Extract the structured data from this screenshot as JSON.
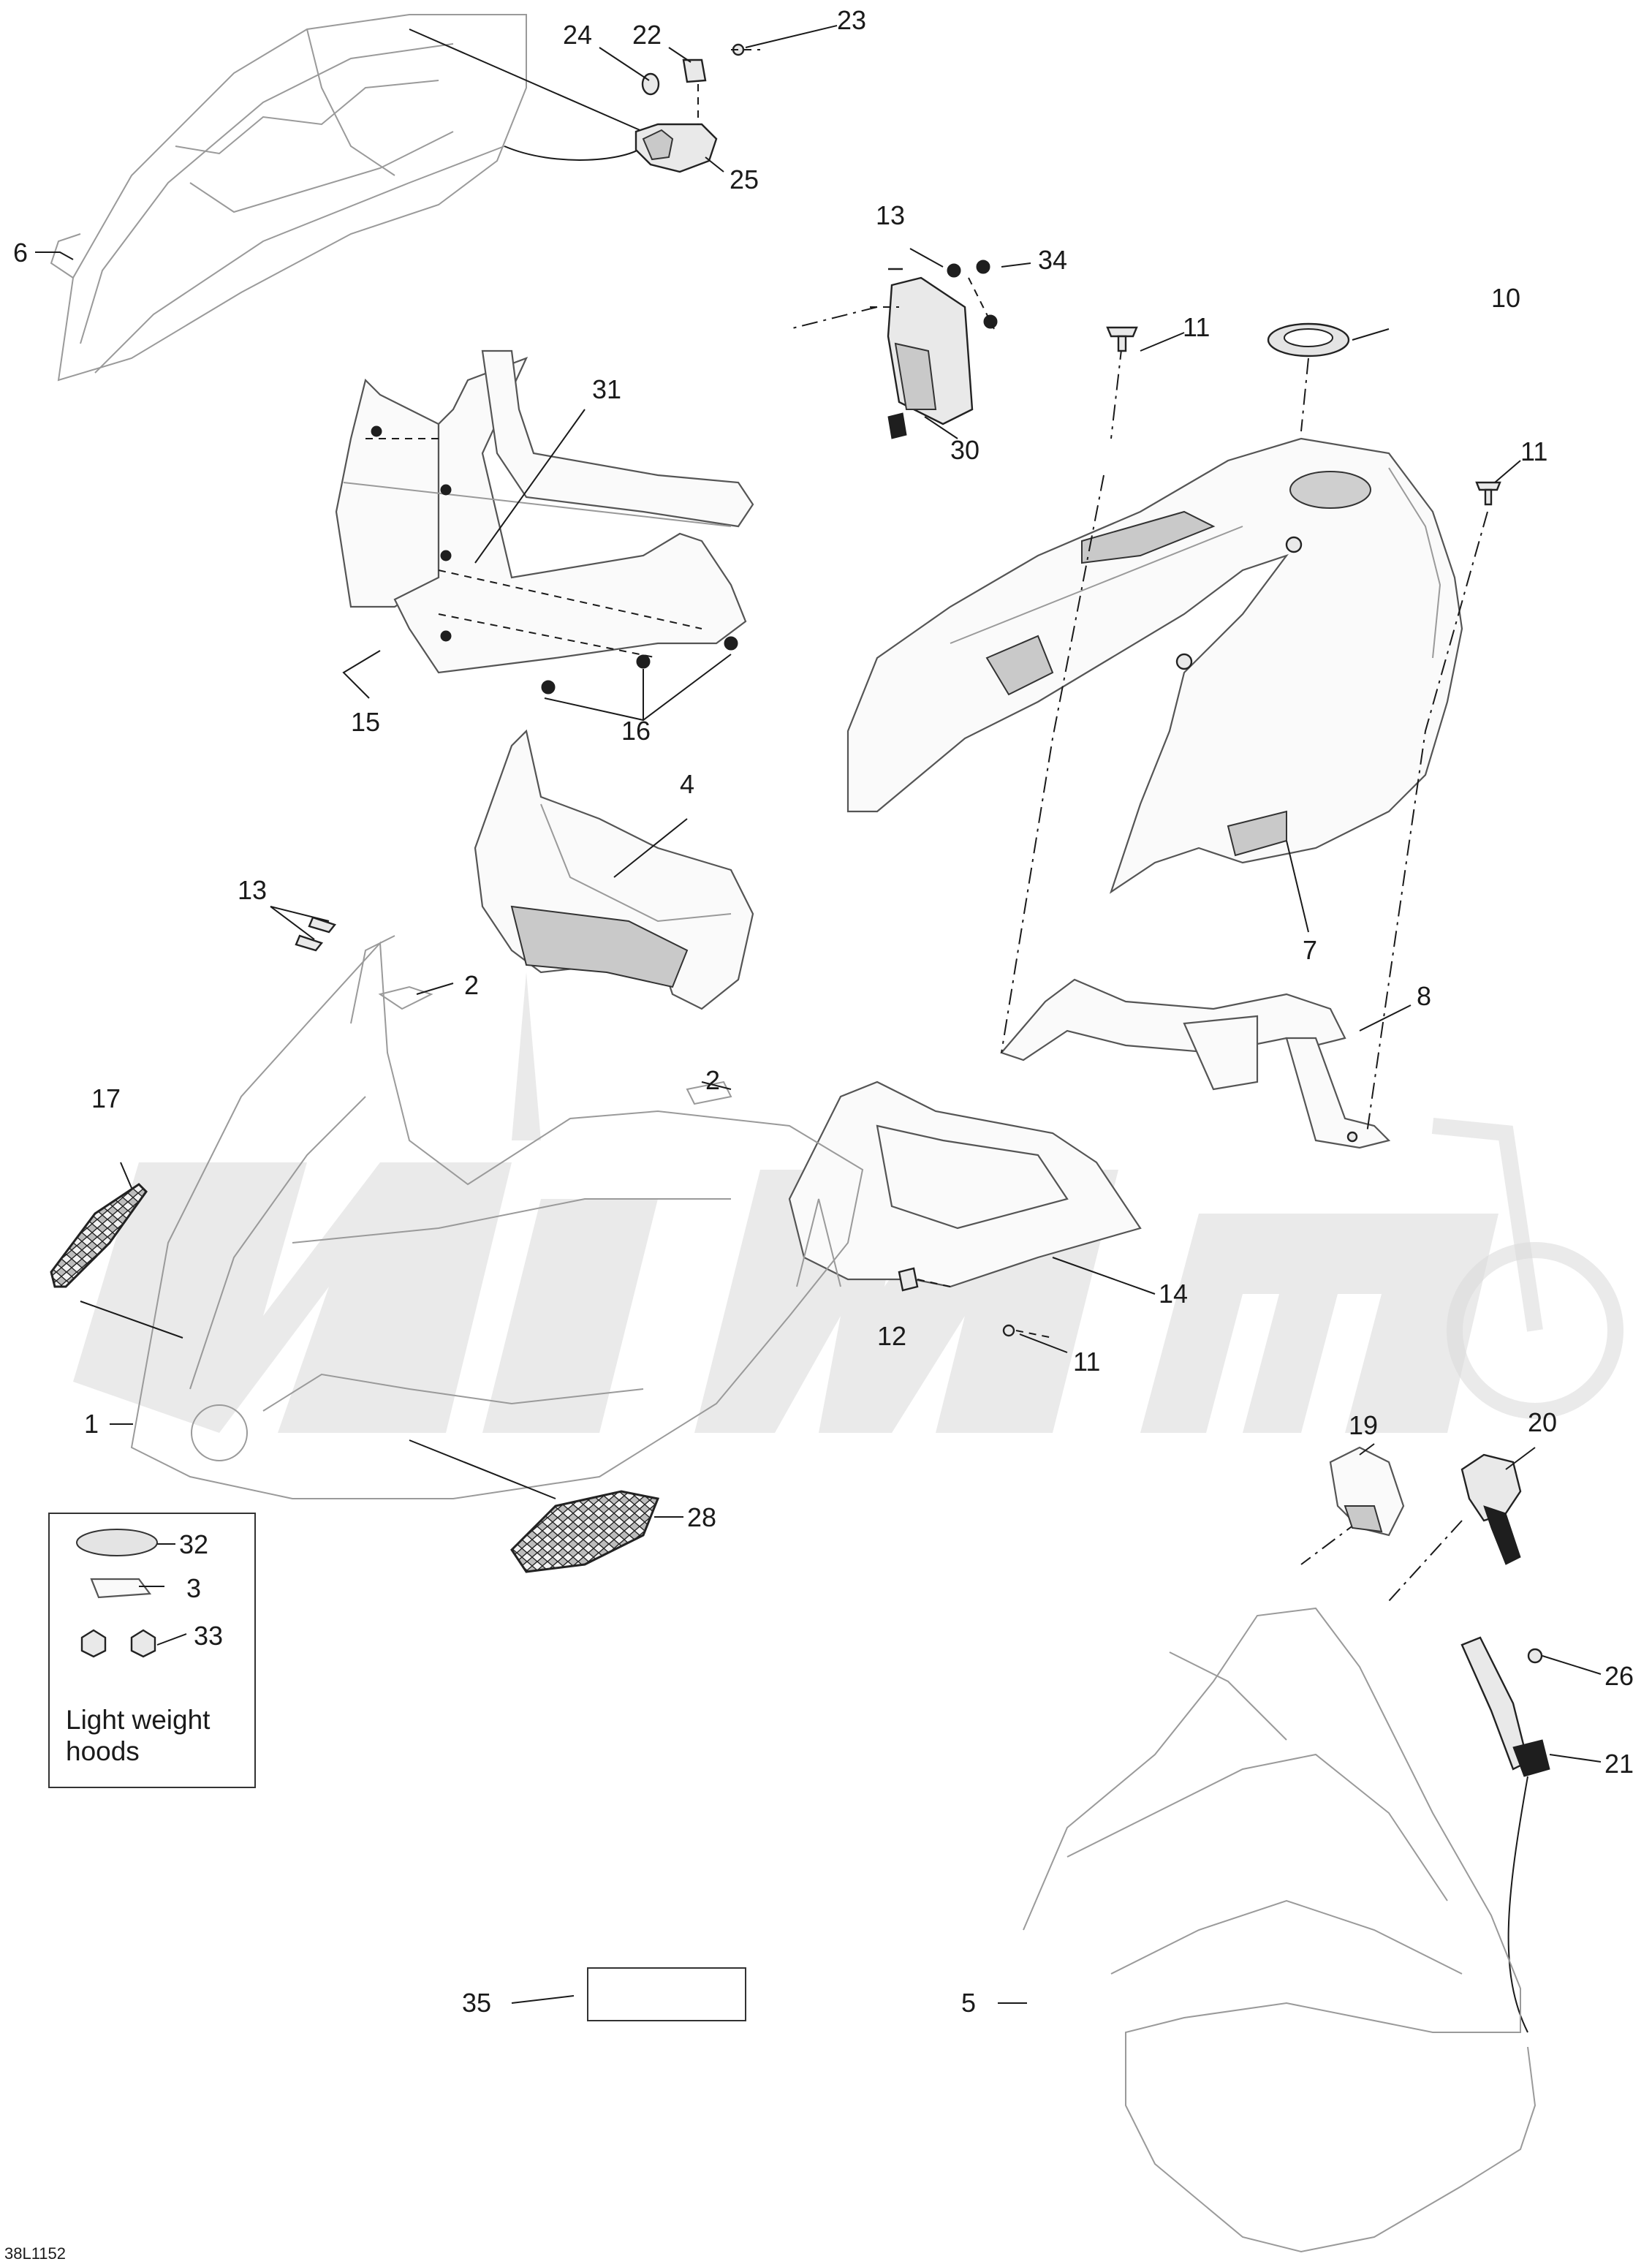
{
  "figure_code": "38L1152",
  "callouts": {
    "c24": "24",
    "c22": "22",
    "c23": "23",
    "c25": "25",
    "c6": "6",
    "c13a": "13",
    "c34": "34",
    "c30": "30",
    "c10": "10",
    "c11a": "11",
    "c11b": "11",
    "c31": "31",
    "c15": "15",
    "c16": "16",
    "c4": "4",
    "c13b": "13",
    "c2a": "2",
    "c2b": "2",
    "c7": "7",
    "c8": "8",
    "c17": "17",
    "c14": "14",
    "c12": "12",
    "c11c": "11",
    "c1": "1",
    "c19": "19",
    "c20": "20",
    "c28": "28",
    "c32": "32",
    "c3": "3",
    "c33": "33",
    "c26": "26",
    "c21": "21",
    "c35": "35",
    "c5": "5"
  },
  "inset": {
    "caption_line1": "Light weight",
    "caption_line2": "hoods"
  }
}
